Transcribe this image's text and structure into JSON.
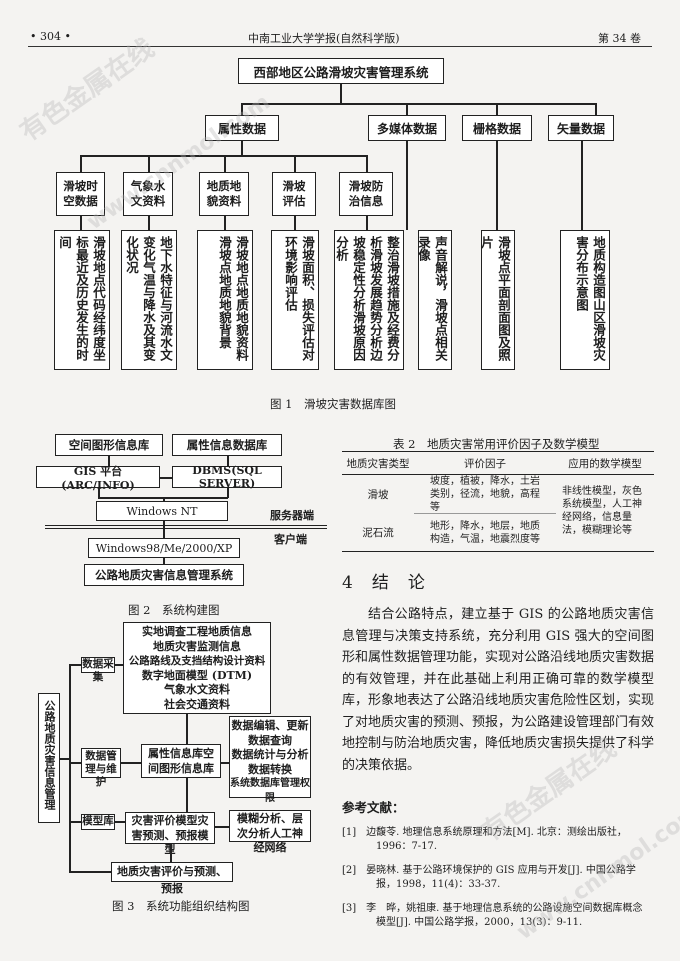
{
  "header": {
    "page": "• 304 •",
    "journal": "中南工业大学学报(自然科学版)",
    "volume": "第 34 卷"
  },
  "watermark": {
    "text1": "有色金属在线",
    "text2": "www.cnnmol.com"
  },
  "fig1": {
    "root": "西部地区公路滑坡灾害管理系统",
    "categories": [
      "属性数据",
      "多媒体数据",
      "栅格数据",
      "矢量数据"
    ],
    "subs": [
      "滑坡时空数据",
      "气象水文资料",
      "地质地貌资料",
      "滑坡评估",
      "滑坡防治信息"
    ],
    "leaves": [
      "滑坡地点代码经纬度坐标最近及历史发生的时间",
      "地下水特征与河流水文变化气温与降水及其变化状况",
      "滑坡地点地质地貌资料滑坡点地质地貌背景",
      "滑坡面积、损失评估对环境影响评估",
      "整治滑坡措施及经费分析滑坡发展趋势分析边坡稳定性分析滑坡原因分析",
      "声音解说，滑坡点相关录像",
      "滑坡点平面剖面图及照片",
      "地质构造图山区滑坡灾害分布示意图"
    ],
    "caption": "图 1　滑坡灾害数据库图"
  },
  "fig2": {
    "spatial_db": "空间图形信息库",
    "attr_db": "属性信息数据库",
    "gis": "GIS 平台 (ARC/INFO)",
    "dbms": "DBMS(SQL SERVER)",
    "nt": "Windows NT",
    "server": "服务器端",
    "client": "客户端",
    "win98": "Windows98/Me/2000/XP",
    "app": "公路地质灾害信息管理系统",
    "caption": "图 2　系统构建图"
  },
  "fig3": {
    "side": "公路地质灾害信息管理",
    "collect": "数据采集",
    "manage": "数据管理与维护",
    "model": "模型库",
    "sources": [
      "实地调查工程地质信息",
      "地质灾害监测信息",
      "公路路线及支挡结构设计资料",
      "数字地面模型 (DTM)",
      "气象水文资料",
      "社会交通资料"
    ],
    "db_center": "属性信息库空间图形信息库",
    "db_ops": [
      "数据编辑、更新",
      "数据查询",
      "数据统计与分析",
      "数据转换",
      "系统数据库管理权限"
    ],
    "model_center": "灾害评价模型灾害预测、预报模型",
    "model_right": "模糊分析、层次分析人工神经网络",
    "bottom": "地质灾害评价与预测、预报",
    "caption": "图 3　系统功能组织结构图"
  },
  "table2": {
    "title": "表 2　地质灾害常用评价因子及数学模型",
    "headers": [
      "地质灾害类型",
      "评价因子",
      "应用的数学模型"
    ],
    "rows": [
      {
        "type": "滑坡",
        "factors": "坡度，植被，降水，土岩类别，径流，地貌，高程等"
      },
      {
        "type": "泥石流",
        "factors": "地形，降水，地层，地质构造，气温，地震烈度等"
      }
    ],
    "models": "非线性模型，灰色系统模型，人工神经网络，信息量法，模糊理论等"
  },
  "section4": {
    "heading": "4　结　论",
    "para": "结合公路特点，建立基于 GIS 的公路地质灾害信息管理与决策支持系统，充分利用 GIS 强大的空间图形和属性数据管理功能，实现对公路沿线地质灾害数据的有效管理，并在此基础上利用正确可靠的数学模型库，形象地表达了公路沿线地质灾害危险性区划，实现了对地质灾害的预测、预报，为公路建设管理部门有效地控制与防治地质灾害，降低地质灾害损失提供了科学的决策依据。"
  },
  "references": {
    "heading": "参考文献：",
    "items": [
      "[1]　边馥苓. 地理信息系统原理和方法[M]. 北京：测绘出版社，1996：7-17.",
      "[2]　晏晓林. 基于公路环境保护的 GIS 应用与开发[J]. 中国公路学报，1998，11(4)：33-37.",
      "[3]　李　晔，姚祖康. 基于地理信息系统的公路设施空间数据库概念模型[J]. 中国公路学报，2000，13(3)：9-11."
    ]
  }
}
